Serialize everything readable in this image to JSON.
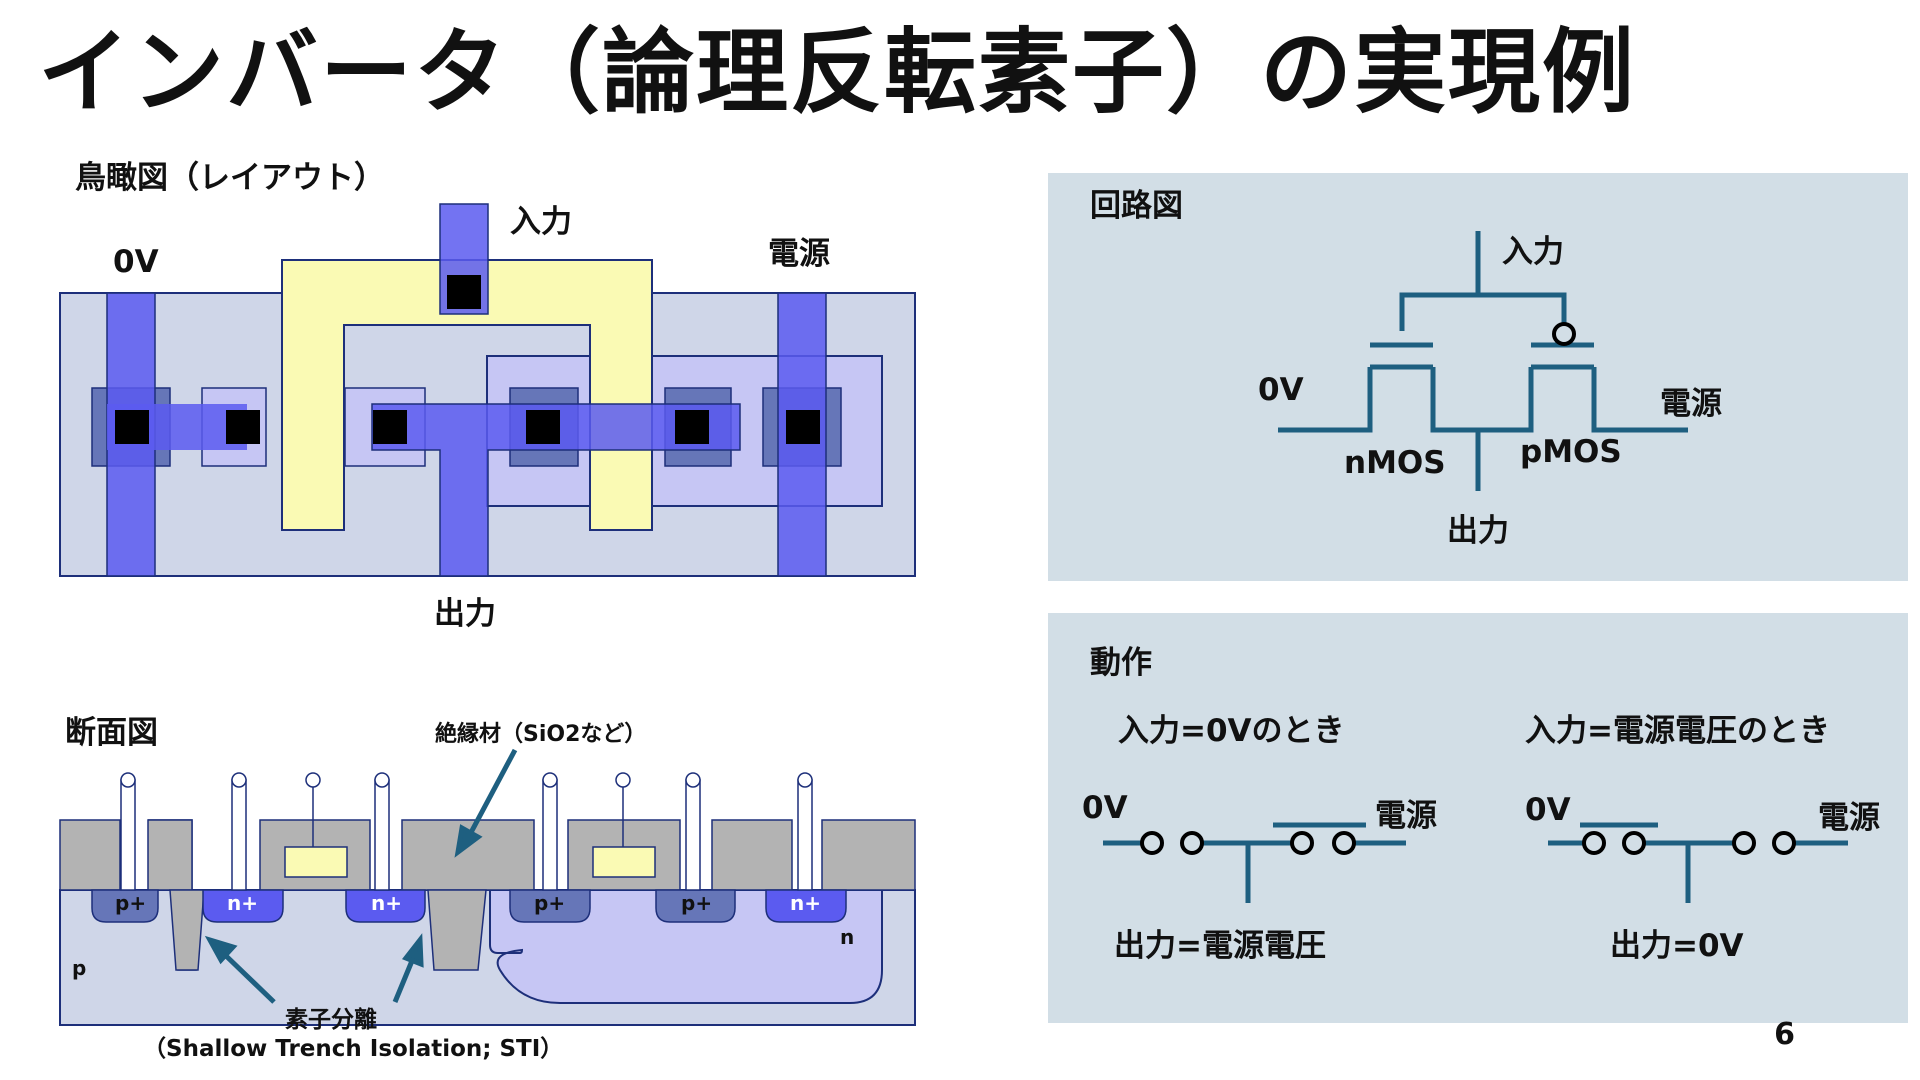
{
  "title": "インバータ（論理反転素子）の実現例",
  "layout_view": {
    "heading": "鳥瞰図（レイアウト）",
    "label_0v": "0V",
    "label_input": "入力",
    "label_power": "電源",
    "label_output": "出力"
  },
  "cross_section": {
    "heading": "断面図",
    "insulator_label": "絶縁材（SiO2など）",
    "doping": [
      "p+",
      "n+",
      "n+",
      "p+",
      "p+",
      "n+"
    ],
    "substrate": "p",
    "nwell": "n",
    "sti_label": "素子分離",
    "sti_full": "（Shallow Trench Isolation; STI）"
  },
  "circuit": {
    "heading": "回路図",
    "input": "入力",
    "zero_v": "0V",
    "power": "電源",
    "nmos": "nMOS",
    "pmos": "pMOS",
    "output": "出力"
  },
  "operation": {
    "heading": "動作",
    "case1_title": "入力=0Vのとき",
    "case1_left": "0V",
    "case1_right": "電源",
    "case1_result": "出力=電源電圧",
    "case2_title": "入力=電源電圧のとき",
    "case2_left": "0V",
    "case2_right": "電源",
    "case2_result": "出力=0V"
  },
  "page_number": "6",
  "colors": {
    "panel_bg": "#d2dee6",
    "metal": "#5b5bf0",
    "poly": "#fafab4",
    "contact": "#000000",
    "wire": "#1e5f80"
  }
}
